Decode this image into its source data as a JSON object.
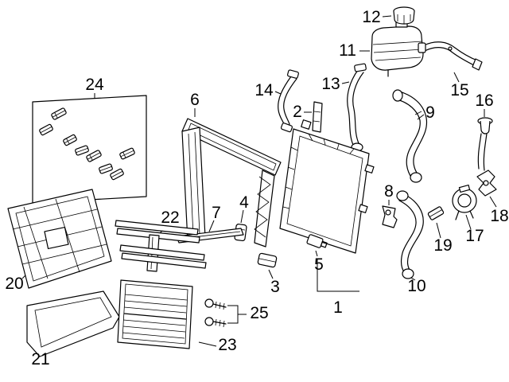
{
  "diagram": {
    "colors": {
      "line": "#000000",
      "background": "#ffffff"
    },
    "callouts": [
      {
        "number": "1"
      },
      {
        "number": "2"
      },
      {
        "number": "3"
      },
      {
        "number": "4"
      },
      {
        "number": "5"
      },
      {
        "number": "6"
      },
      {
        "number": "7"
      },
      {
        "number": "8"
      },
      {
        "number": "9"
      },
      {
        "number": "10"
      },
      {
        "number": "11"
      },
      {
        "number": "12"
      },
      {
        "number": "13"
      },
      {
        "number": "14"
      },
      {
        "number": "15"
      },
      {
        "number": "16"
      },
      {
        "number": "17"
      },
      {
        "number": "18"
      },
      {
        "number": "19"
      },
      {
        "number": "20"
      },
      {
        "number": "21"
      },
      {
        "number": "22"
      },
      {
        "number": "23"
      },
      {
        "number": "24"
      },
      {
        "number": "25"
      }
    ]
  }
}
